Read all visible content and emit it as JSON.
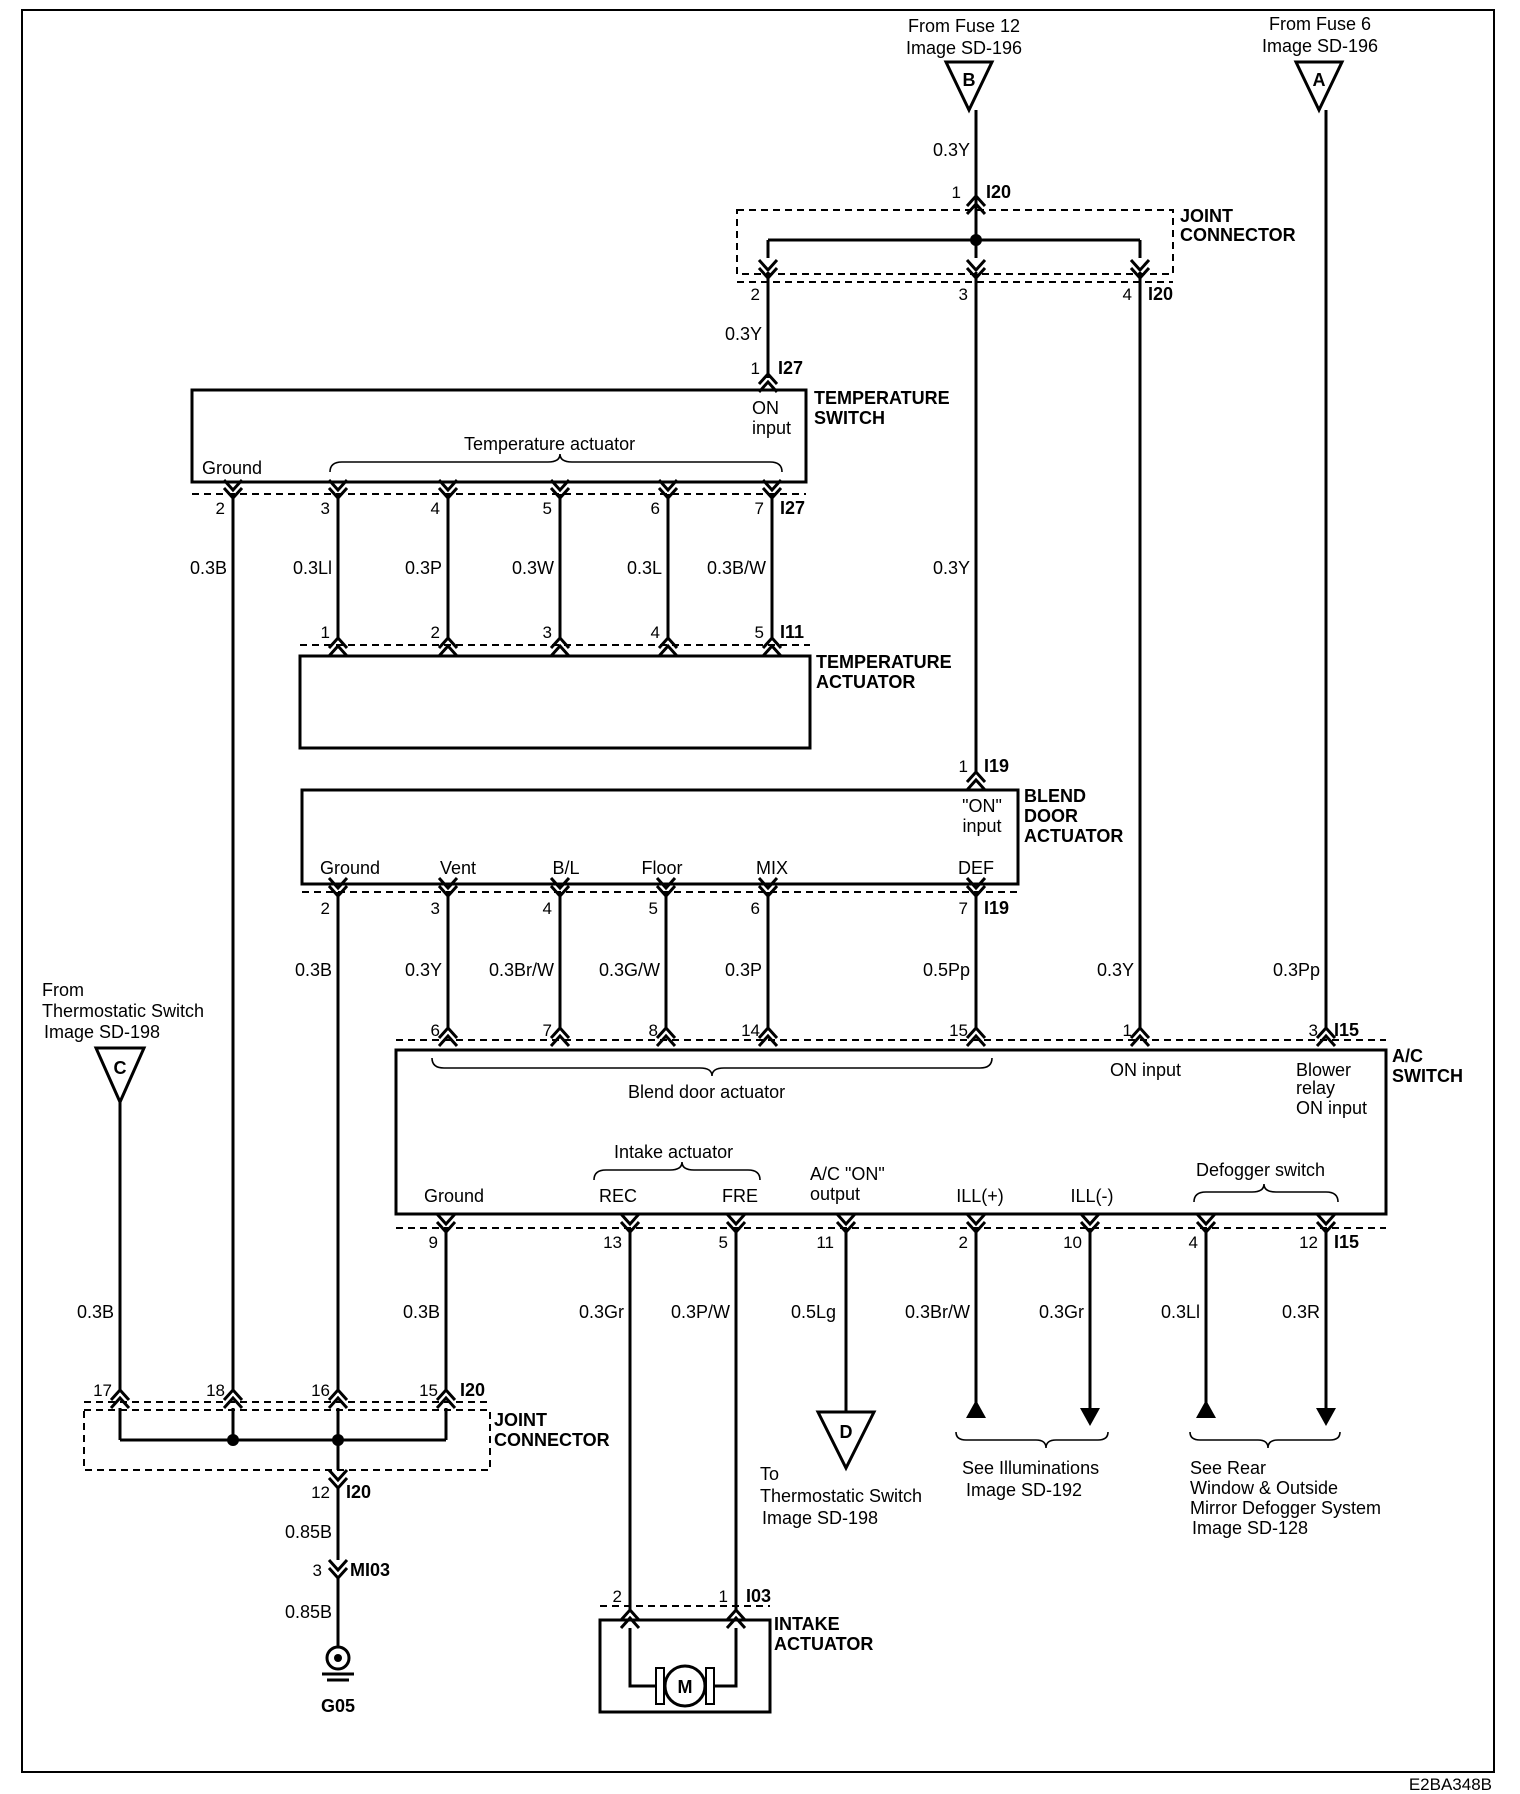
{
  "sources": {
    "fuse12": {
      "line1": "From Fuse 12",
      "line2": "Image SD-196",
      "letter": "B"
    },
    "fuse6": {
      "line1": "From Fuse 6",
      "line2": "Image SD-196",
      "letter": "A"
    },
    "thermo_in": {
      "line1": "From",
      "line2": "Thermostatic Switch",
      "line3": "Image SD-198",
      "letter": "C"
    },
    "thermo_out": {
      "line1": "To",
      "line2": "Thermostatic Switch",
      "line3": "Image SD-198",
      "letter": "D"
    }
  },
  "joint_top": {
    "label1": "JOINT",
    "label2": "CONNECTOR",
    "conn": "I20",
    "pins": [
      "1",
      "2",
      "3",
      "4"
    ]
  },
  "wires": {
    "b_top": "0.3Y",
    "w_ts_in": "0.3Y",
    "w_mid": "0.3Y",
    "w_right": "0.3Y",
    "w_a": "0.3Pp",
    "ts_gnd": "0.3B",
    "ts_3": "0.3Ll",
    "ts_4": "0.3P",
    "ts_5": "0.3W",
    "ts_6": "0.3L",
    "ts_7": "0.3B/W",
    "bd_gnd": "0.3B",
    "bd_3": "0.3Y",
    "bd_4": "0.3Br/W",
    "bd_5": "0.3G/W",
    "bd_6": "0.3P",
    "bd_7": "0.5Pp",
    "c_wire": "0.3B",
    "ac_gnd": "0.3B",
    "rec": "0.3Gr",
    "fre": "0.3P/W",
    "ac_out": "0.5Lg",
    "ill_p": "0.3Br/W",
    "ill_m": "0.3Gr",
    "def_a": "0.3Ll",
    "def_b": "0.3R",
    "gnd_1": "0.85B",
    "gnd_2": "0.85B"
  },
  "temp_switch": {
    "label1": "TEMPERATURE",
    "label2": "SWITCH",
    "on1": "ON",
    "on2": "input",
    "actuator": "Temperature actuator",
    "ground": "Ground",
    "conn": "I27",
    "pin_in": "1",
    "pins": [
      "2",
      "3",
      "4",
      "5",
      "6",
      "7"
    ]
  },
  "temp_actuator": {
    "label1": "TEMPERATURE",
    "label2": "ACTUATOR",
    "conn": "I11",
    "pins": [
      "1",
      "2",
      "3",
      "4",
      "5"
    ]
  },
  "blend_door": {
    "label1": "BLEND",
    "label2": "DOOR",
    "label3": "ACTUATOR",
    "on1": "\"ON\"",
    "on2": "input",
    "conn": "I19",
    "pin_in": "1",
    "terminals": [
      "Ground",
      "Vent",
      "B/L",
      "Floor",
      "MIX",
      "DEF"
    ],
    "pins": [
      "2",
      "3",
      "4",
      "5",
      "6",
      "7"
    ]
  },
  "ac_switch": {
    "label1": "A/C",
    "label2": "SWITCH",
    "conn": "I15",
    "top_pins": [
      "6",
      "7",
      "8",
      "14",
      "15",
      "1",
      "3"
    ],
    "blend_label": "Blend door actuator",
    "on_input": "ON input",
    "blower1": "Blower",
    "blower2": "relay",
    "blower3": "ON input",
    "intake_label": "Intake actuator",
    "acon1": "A/C \"ON\"",
    "acon2": "output",
    "defog_label": "Defogger switch",
    "terminals": [
      "Ground",
      "REC",
      "FRE",
      "ILL(+)",
      "ILL(-)"
    ],
    "bottom_pins": [
      "9",
      "13",
      "5",
      "11",
      "2",
      "10",
      "4",
      "12"
    ]
  },
  "joint_bottom": {
    "label1": "JOINT",
    "label2": "CONNECTOR",
    "conn": "I20",
    "pins": [
      "17",
      "18",
      "16",
      "15",
      "12"
    ]
  },
  "mi03": {
    "pin": "3",
    "conn": "MI03"
  },
  "ground": {
    "label": "G05"
  },
  "intake_actuator": {
    "label1": "INTAKE",
    "label2": "ACTUATOR",
    "conn": "I03",
    "pins": [
      "2",
      "1"
    ],
    "motor": "M"
  },
  "refs": {
    "illum1": "See Illuminations",
    "illum2": "Image SD-192",
    "defog1": "See Rear",
    "defog2": "Window & Outside",
    "defog3": "Mirror Defogger System",
    "defog4": "Image SD-128"
  },
  "code": "E2BA348B"
}
